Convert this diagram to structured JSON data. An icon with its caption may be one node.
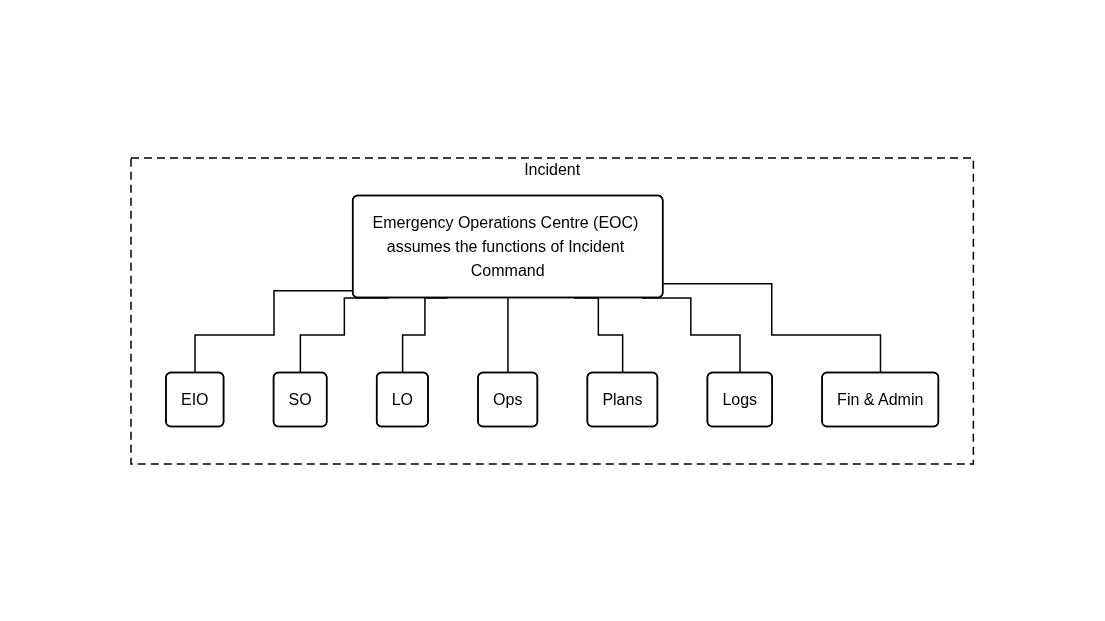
{
  "diagram": {
    "nodes": [
      {
        "text": [
          "Incident"
        ]
      },
      {
        "text": [
          "Emergency Operations Centre (EOC) assumes the functions of Incident Command"
        ],
        "in": 0
      },
      {
        "text": [
          "EIO"
        ],
        "in": 0
      },
      {
        "text": [
          "SO"
        ],
        "in": 0
      },
      {
        "text": [
          "LO"
        ],
        "in": 0
      },
      {
        "text": [
          "Ops"
        ],
        "in": 0
      },
      {
        "text": [
          "Plans"
        ],
        "in": 0
      },
      {
        "text": [
          "Logs"
        ],
        "in": 0
      },
      {
        "text": [
          "Fin & Admin"
        ],
        "in": 0
      }
    ],
    "edges": [
      {
        "from": 1,
        "to": 2,
        "arrow": "none"
      },
      {
        "from": 1,
        "to": 3,
        "arrow": "none"
      },
      {
        "from": 1,
        "to": 4,
        "arrow": "none"
      },
      {
        "from": 1,
        "to": 5,
        "arrow": "none"
      },
      {
        "from": 1,
        "to": 6,
        "arrow": "none"
      },
      {
        "from": 1,
        "to": 7,
        "arrow": "none"
      },
      {
        "from": 1,
        "to": 8,
        "arrow": "none"
      }
    ]
  }
}
